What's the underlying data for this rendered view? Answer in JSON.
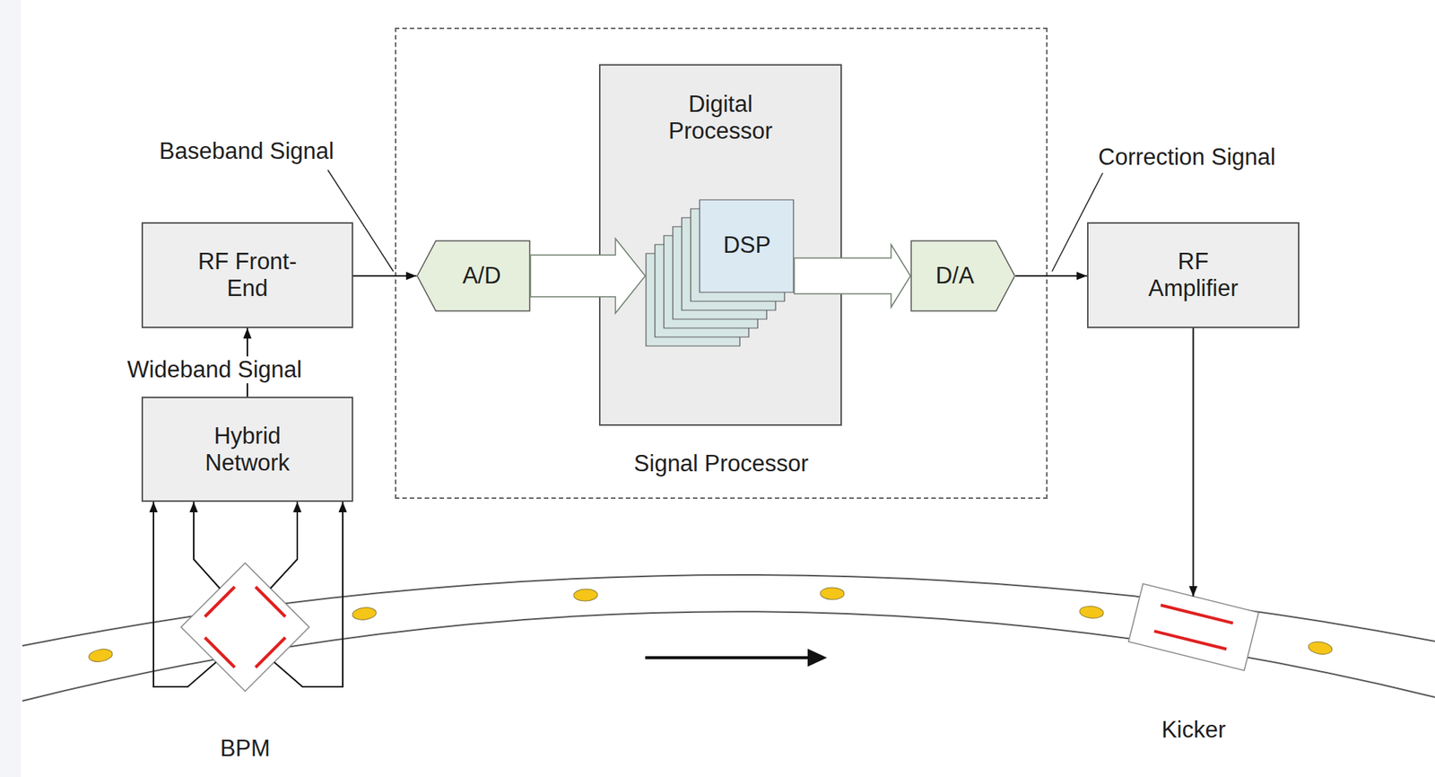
{
  "diagram": {
    "nodes": [
      {
        "text": [
          "RF Front-End"
        ]
      },
      {
        "text": [
          "Hybrid Network"
        ]
      },
      {
        "text": [
          "Signal Processor"
        ]
      },
      {
        "text": [
          "A/D"
        ],
        "in": 2
      },
      {
        "text": [
          "Digital Processor"
        ],
        "in": 2
      },
      {
        "text": [
          "DSP"
        ],
        "in": 4
      },
      {
        "text": [
          "D/A"
        ],
        "in": 2
      },
      {
        "text": [
          "RF Amplifier"
        ]
      },
      {
        "text": [
          "BPM"
        ]
      },
      {
        "text": [
          "Kicker"
        ]
      }
    ],
    "edges": [
      {
        "from": 1,
        "to": 0,
        "arrow": "to",
        "label": "Wideband Signal"
      },
      {
        "from": 0,
        "to": 3,
        "arrow": "to",
        "label": "Baseband Signal"
      },
      {
        "from": 3,
        "to": 5,
        "arrow": "to"
      },
      {
        "from": 5,
        "to": 6,
        "arrow": "to"
      },
      {
        "from": 6,
        "to": 7,
        "arrow": "to",
        "label": "Correction Signal"
      },
      {
        "from": 7,
        "to": 9,
        "arrow": "to"
      },
      {
        "from": 8,
        "to": 1,
        "arrow": "to"
      },
      {
        "from": 8,
        "to": 1,
        "arrow": "to"
      },
      {
        "from": 8,
        "to": 1,
        "arrow": "to"
      },
      {
        "from": 8,
        "to": 1,
        "arrow": "to"
      }
    ]
  }
}
